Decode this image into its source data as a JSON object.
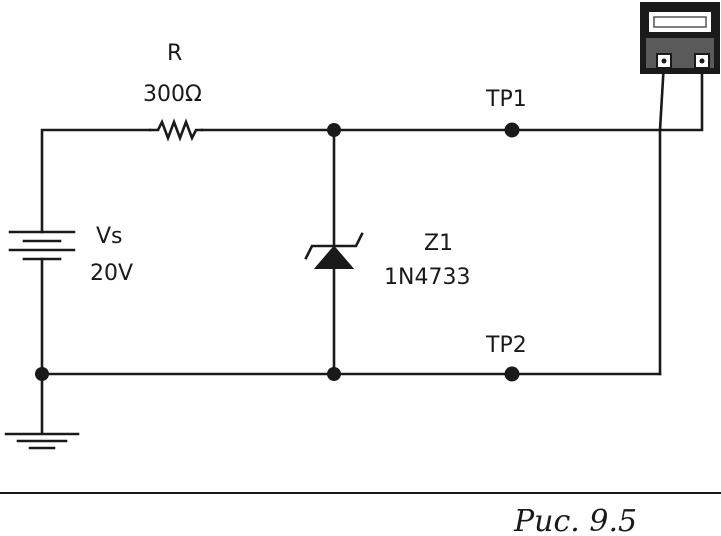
{
  "resistor": {
    "name": "R",
    "value": "300Ω"
  },
  "source": {
    "name": "Vs",
    "value": "20V"
  },
  "zener": {
    "name": "Z1",
    "part": "1N4733"
  },
  "test_points": {
    "tp1": "TP1",
    "tp2": "TP2"
  },
  "caption": "Рис. 9.5"
}
